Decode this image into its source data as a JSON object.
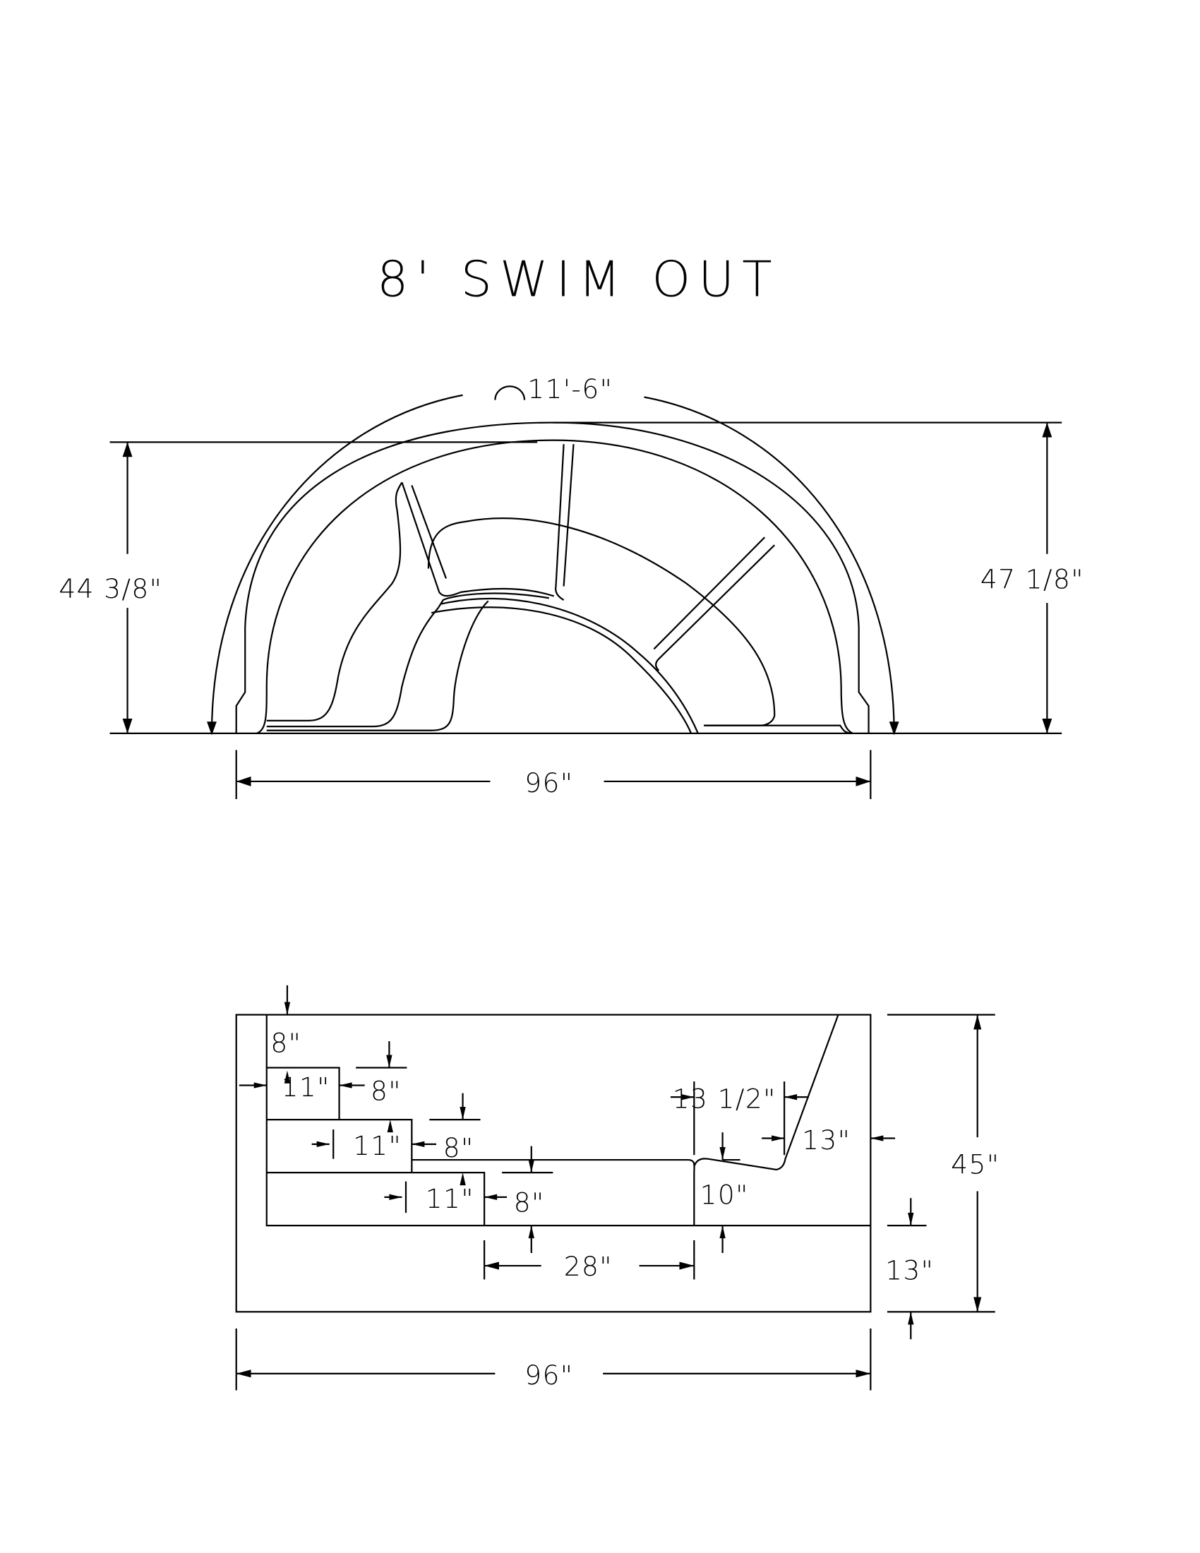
{
  "title": "8' SWIM OUT",
  "plan_view": {
    "arc_length": "11'-6\"",
    "arc_symbol": "arc-length-icon",
    "left_height": "44 3/8\"",
    "right_height": "47 1/8\"",
    "width": "96\""
  },
  "section_view": {
    "top_step_drop": "8\"",
    "steps": [
      {
        "tread": "11\"",
        "riser": "8\""
      },
      {
        "tread": "11\"",
        "riser": "8\""
      },
      {
        "tread": "11\"",
        "riser": "8\""
      }
    ],
    "bench_width": "28\"",
    "bench_height": "10\"",
    "slope_top_width": "13 1/2\"",
    "slope_wall": "13\"",
    "depth_total": "45\"",
    "floor_thickness": "13\"",
    "width": "96\""
  }
}
